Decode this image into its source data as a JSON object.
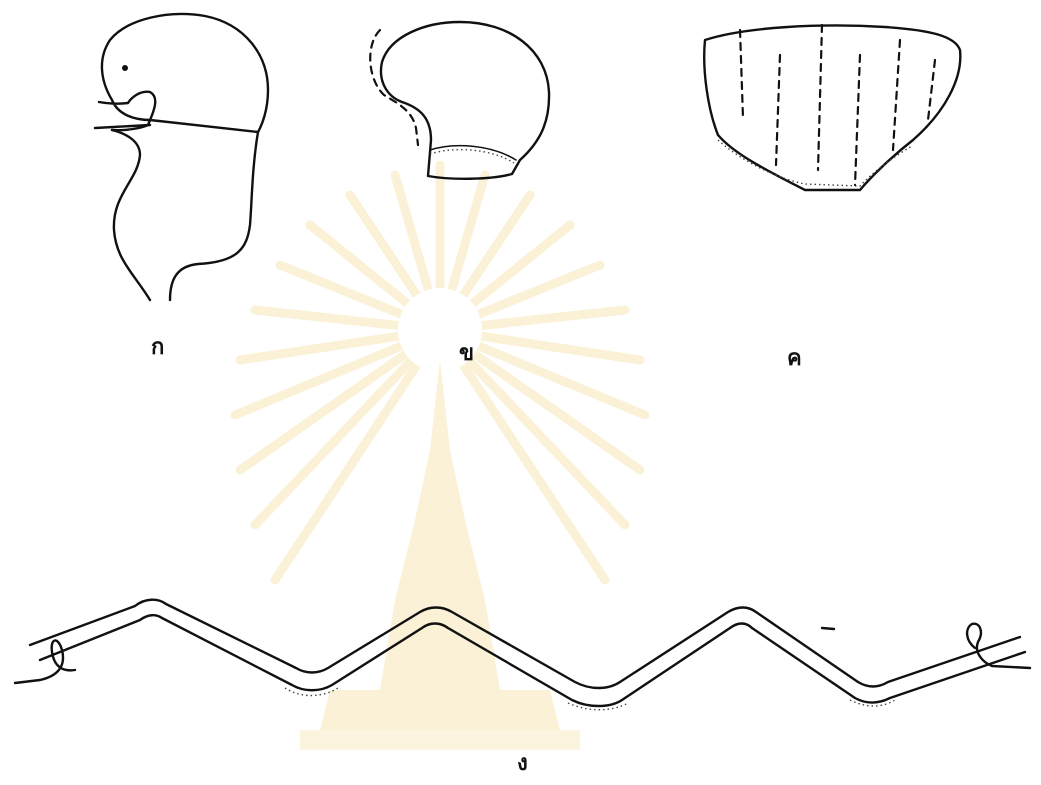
{
  "figures": [
    {
      "id": "a",
      "label": "ก"
    },
    {
      "id": "b",
      "label": "ข"
    },
    {
      "id": "c",
      "label": "ค"
    },
    {
      "id": "d",
      "label": "ง"
    }
  ],
  "watermark": {
    "icon": "university-emblem-watermark",
    "color": "#f6e7b8"
  }
}
